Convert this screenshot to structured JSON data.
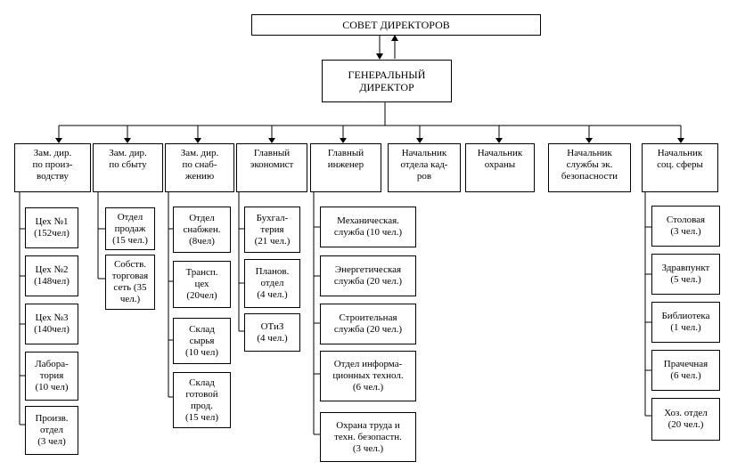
{
  "board": "СОВЕТ ДИРЕКТОРОВ",
  "ceo": "ГЕНЕРАЛЬНЫЙ\nДИРЕКТОР",
  "heads": {
    "production": "Зам. дир.\nпо произ-\nводству",
    "sales": "Зам. дир.\nпо сбыту",
    "supply": "Зам. дир.\nпо снаб-\nжению",
    "economist": "Главный\nэкономист",
    "engineer": "Главный\nинженер",
    "hr": "Начальник\nотдела кад-\nров",
    "security": "Начальник\nохраны",
    "econsec": "Начальник\nслужбы эк.\nбезопасности",
    "social": "Начальник\nсоц. сферы"
  },
  "production_units": [
    "Цех   №1\n(152чел)",
    "Цех   №2\n(148чел)",
    "Цех   №3\n(140чел)",
    "Лабора-\nтория\n(10 чел)",
    "Произв.\nотдел\n(3 чел)"
  ],
  "sales_units": [
    "Отдел\nпродаж\n(15 чел.)",
    "Собств.\nторговая\nсеть (35\nчел.)"
  ],
  "supply_units": [
    "Отдел\nснабжен.\n(8чел)",
    "Трансп.\nцех\n(20чел)",
    "Склад\nсырья\n(10 чел)",
    "Склад\nготовой\nпрод.\n(15 чел)"
  ],
  "economist_units": [
    "Бухгал-\nтерия\n(21 чел.)",
    "Планов.\nотдел\n(4 чел.)",
    "ОТиЗ\n(4 чел.)"
  ],
  "engineer_units": [
    "Механическая.\nслужба (10 чел.)",
    "Энергетическая\nслужба (20 чел.)",
    "Строительная\nслужба (20 чел.)",
    "Отдел информа-\nционных технол.\n(6 чел.)",
    "Охрана труда  и\nтехн.   безопастн.\n(3 чел.)"
  ],
  "social_units": [
    "Столовая\n(3 чел.)",
    "Здравпункт\n(5 чел.)",
    "Библиотека\n(1 чел.)",
    "Прачечная\n(6 чел.)",
    "Хоз. отдел\n(20 чел.)"
  ]
}
